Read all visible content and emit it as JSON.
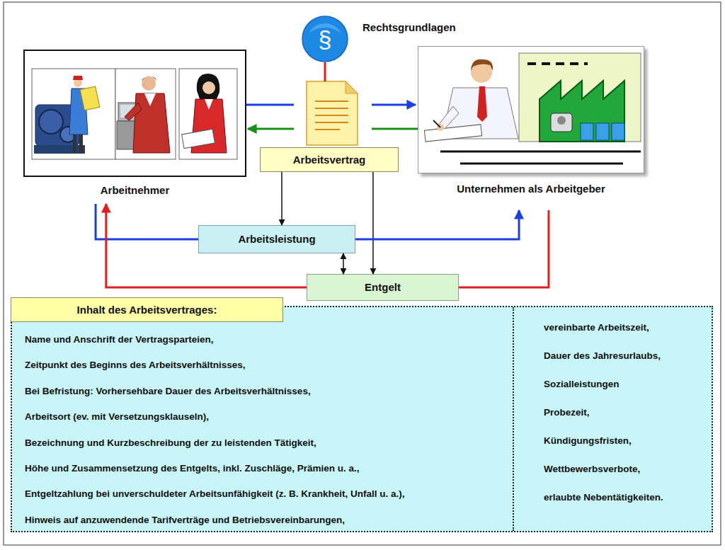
{
  "diagram": {
    "nodes": [
      {
        "text": [
          "§",
          "Rechtsgrundlagen"
        ]
      },
      {
        "text": [
          "Arbeitnehmer"
        ]
      },
      {
        "text": [
          "Unternehmen als Arbeitgeber"
        ]
      },
      {
        "text": [
          "Arbeitsvertrag"
        ]
      },
      {
        "text": [
          "Arbeitsleistung"
        ]
      },
      {
        "text": [
          "Entgelt"
        ]
      },
      {
        "text": [
          "Inhalt des Arbeitsvertrages:"
        ]
      },
      {
        "text": [
          "Name und Anschrift der Vertragsparteien,",
          "Zeitpunkt des Beginns des Arbeitsverhältnisses,",
          "Bei Befristung: Vorhersehbare Dauer des Arbeitsverhältnisses,",
          "Arbeitsort (ev. mit Versetzungsklauseln),",
          "Bezeichnung und Kurzbeschreibung der zu leistenden Tätigkeit,",
          "Höhe und Zusammensetzung des Entgelts, inkl. Zuschläge, Prämien u. a.,",
          "Entgeltzahlung bei unverschuldeter Arbeitsunfähigkeit (z. B. Krankheit, Unfall u. a.),",
          "Hinweis auf anzuwendende Tarifverträge und Betriebsvereinbarungen,"
        ],
        "in": 6
      },
      {
        "text": [
          "vereinbarte Arbeitszeit,",
          "Dauer des Jahresurlaubs,",
          "Sozialleistungen",
          "Probezeit,",
          "Kündigungsfristen,",
          "Wettbewerbsverbote,",
          "erlaubte Nebentätigkeiten."
        ],
        "in": 6
      }
    ],
    "edges": [
      {
        "from": 0,
        "to": 3,
        "arrow": "none"
      },
      {
        "from": 1,
        "to": 3,
        "arrow": "none"
      },
      {
        "from": 3,
        "to": 2,
        "arrow": "to"
      },
      {
        "from": 2,
        "to": 3,
        "arrow": "none"
      },
      {
        "from": 3,
        "to": 1,
        "arrow": "to"
      },
      {
        "from": 3,
        "to": 4,
        "arrow": "to"
      },
      {
        "from": 3,
        "to": 5,
        "arrow": "to"
      },
      {
        "from": 4,
        "to": 5,
        "arrow": "both"
      },
      {
        "from": 1,
        "to": 4,
        "arrow": "none"
      },
      {
        "from": 4,
        "to": 2,
        "arrow": "to"
      },
      {
        "from": 2,
        "to": 5,
        "arrow": "none"
      },
      {
        "from": 5,
        "to": 1,
        "arrow": "to"
      }
    ]
  }
}
